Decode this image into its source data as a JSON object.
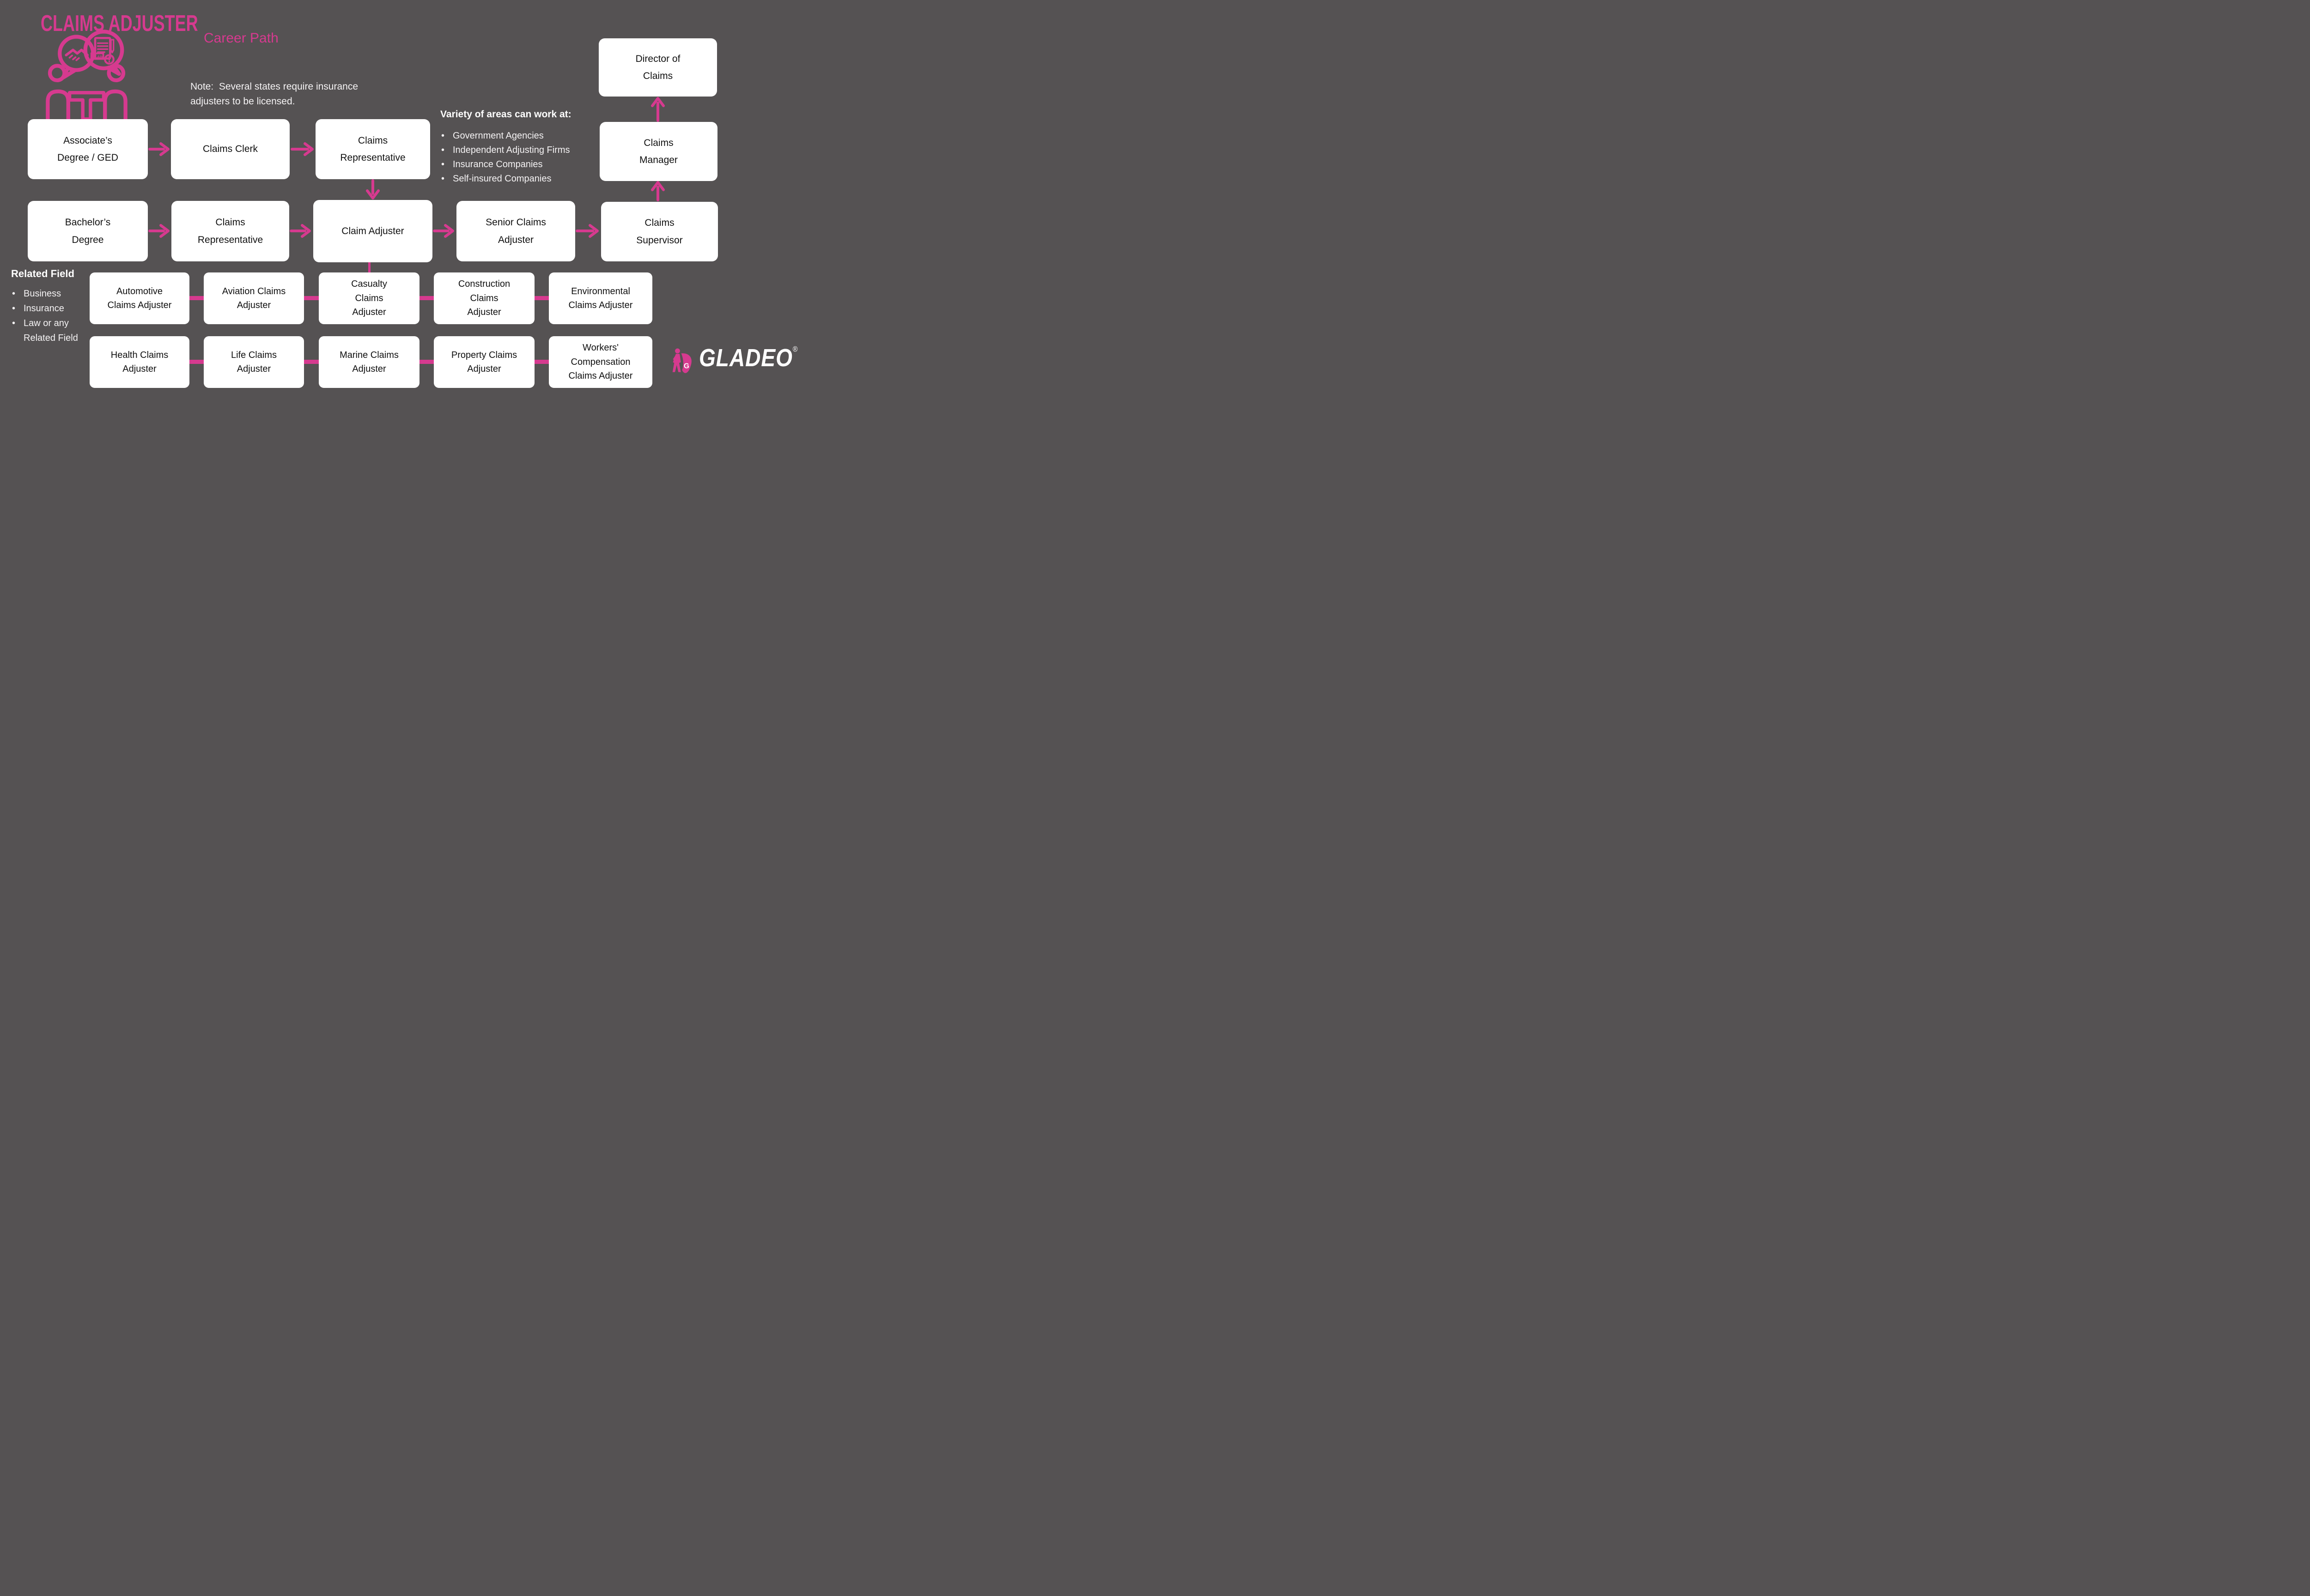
{
  "page": {
    "title": "CLAIMS ADJUSTER",
    "subtitle": "Career Path",
    "note": "Note:  Several states require insurance\nadjusters to be licensed."
  },
  "brand": {
    "name": "GLADEO",
    "registered": "®"
  },
  "icons": {
    "career_icon": "claims-discussion-icon (two people at table, speech bubbles with handshake and CLAIM document)",
    "mascot": "gladeo-superhero-mascot-icon"
  },
  "colors": {
    "background": "#555253",
    "accent_pink": "#d63a8f",
    "box_background": "#ffffff",
    "box_text": "#101010",
    "light_text": "#f5f3f4"
  },
  "work_areas": {
    "heading": "Variety of areas can work at:",
    "items": [
      "Government Agencies",
      "Independent Adjusting Firms",
      "Insurance Companies",
      "Self-insured Companies"
    ]
  },
  "related_field": {
    "heading": "Related Field",
    "items": [
      "Business",
      "Insurance",
      "Law or any\nRelated Field"
    ]
  },
  "nodes": {
    "associates": {
      "label": "Associate’s\nDegree / GED"
    },
    "claims_clerk": {
      "label": "Claims Clerk"
    },
    "claims_rep_top": {
      "label": "Claims\nRepresentative"
    },
    "director": {
      "label": "Director of\nClaims"
    },
    "claims_manager": {
      "label": "Claims\nManager"
    },
    "bachelors": {
      "label": "Bachelor’s\nDegree"
    },
    "claims_rep_mid": {
      "label": "Claims\nRepresentative"
    },
    "claim_adjuster": {
      "label": "Claim Adjuster"
    },
    "senior_claims_adjuster": {
      "label": "Senior Claims\nAdjuster"
    },
    "claims_supervisor": {
      "label": "Claims\nSupervisor"
    },
    "automotive": {
      "label": "Automotive\nClaims Adjuster"
    },
    "aviation": {
      "label": "Aviation Claims\nAdjuster"
    },
    "casualty": {
      "label": "Casualty\nClaims\nAdjuster"
    },
    "construction": {
      "label": "Construction\nClaims\nAdjuster"
    },
    "environmental": {
      "label": "Environmental\nClaims Adjuster"
    },
    "health": {
      "label": "Health Claims\nAdjuster"
    },
    "life": {
      "label": "Life Claims\nAdjuster"
    },
    "marine": {
      "label": "Marine Claims\nAdjuster"
    },
    "property": {
      "label": "Property Claims\nAdjuster"
    },
    "workers_comp": {
      "label": "Workers'\nCompensation\nClaims Adjuster"
    }
  }
}
